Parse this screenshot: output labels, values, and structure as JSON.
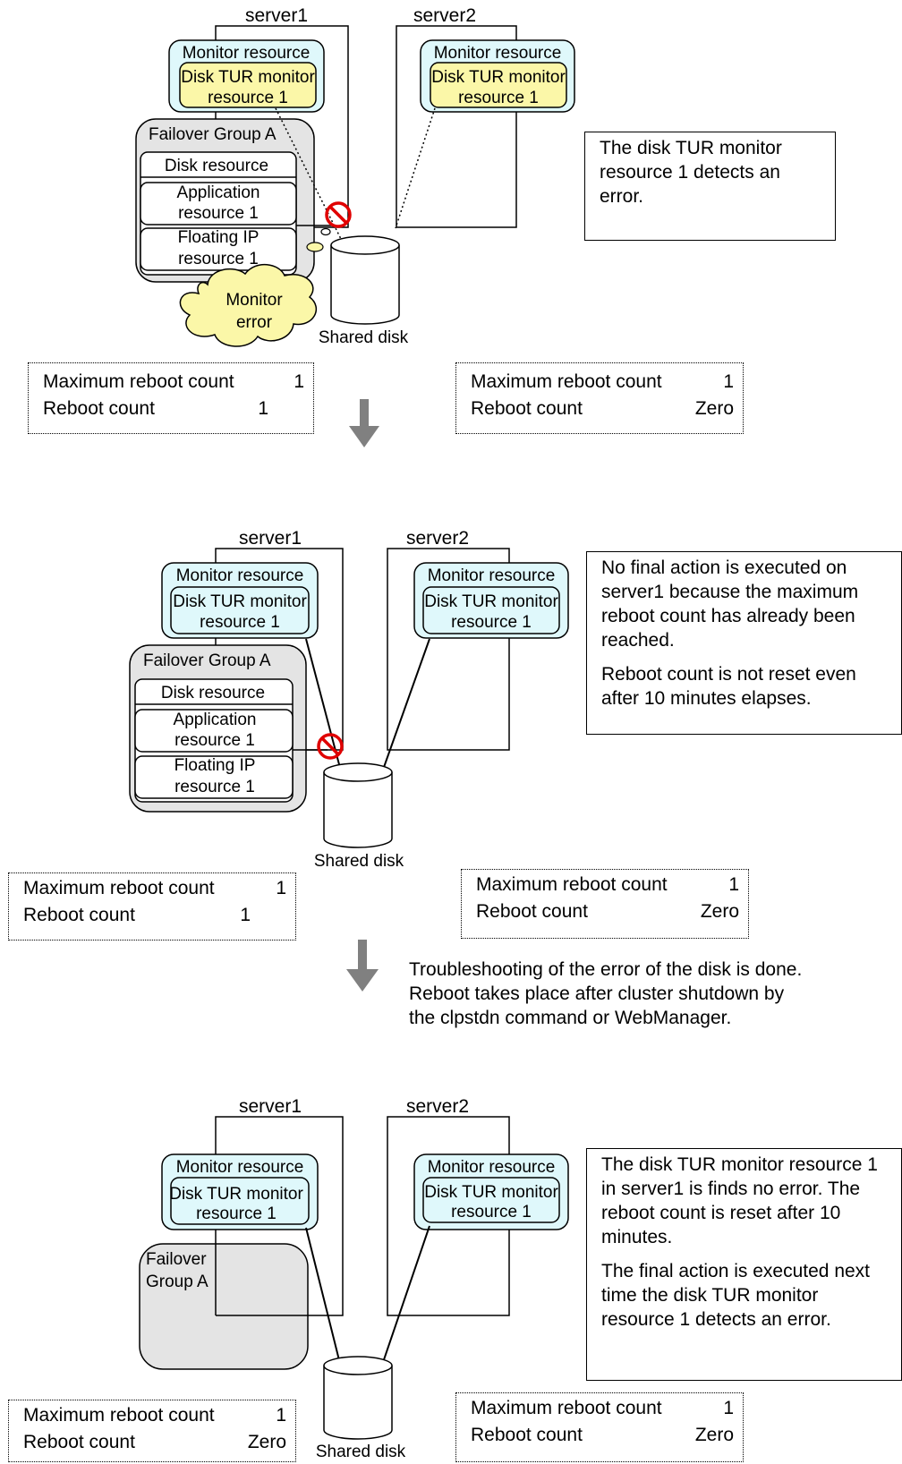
{
  "labels": {
    "server1": "server1",
    "server2": "server2",
    "monitor_resource": "Monitor resource",
    "disk_tur_line1": "Disk TUR monitor",
    "disk_tur_line2": "resource 1",
    "failover_group": "Failover Group A",
    "failover_group_line1": "Failover",
    "failover_group_line2": "Group A",
    "disk_resource": "Disk resource",
    "application_line1": "Application",
    "application_line2": "resource 1",
    "floating_line1": "Floating IP",
    "floating_line2": "resource 1",
    "shared_disk": "Shared disk",
    "monitor_error_line1": "Monitor",
    "monitor_error_line2": "error",
    "max_reboot_label": "Maximum reboot count",
    "reboot_count_label": "Reboot count"
  },
  "panels": [
    {
      "note": [
        "The disk TUR monitor resource 1 detects an error."
      ],
      "server1_counter": {
        "max": "1",
        "count": "1"
      },
      "server2_counter": {
        "max": "1",
        "count": "Zero"
      }
    },
    {
      "note": [
        "No final action is executed on server1 because the maximum reboot count has already been reached.",
        "Reboot count is not reset even after 10 minutes elapses."
      ],
      "server1_counter": {
        "max": "1",
        "count": "1"
      },
      "server2_counter": {
        "max": "1",
        "count": "Zero"
      }
    },
    {
      "note": [
        "The disk TUR monitor resource 1 in server1 is finds no error. The reboot count is reset after 10 minutes.",
        "The final action is executed next time the disk TUR monitor resource 1 detects an error."
      ],
      "server1_counter": {
        "max": "1",
        "count": "Zero"
      },
      "server2_counter": {
        "max": "1",
        "count": "Zero"
      }
    }
  ],
  "transition_text": [
    "Troubleshooting of the error of the disk is done.",
    "Reboot takes place after cluster shutdown by",
    "the clpstdn command or WebManager."
  ],
  "colors": {
    "monitor_box": "#dff8fb",
    "disk_tur_highlight": "#fbf7a8",
    "failover_group": "#e4e4e4",
    "error_cloud": "#fbf7a8",
    "prohibit_red": "#e00000",
    "arrow_gray": "#808080"
  }
}
